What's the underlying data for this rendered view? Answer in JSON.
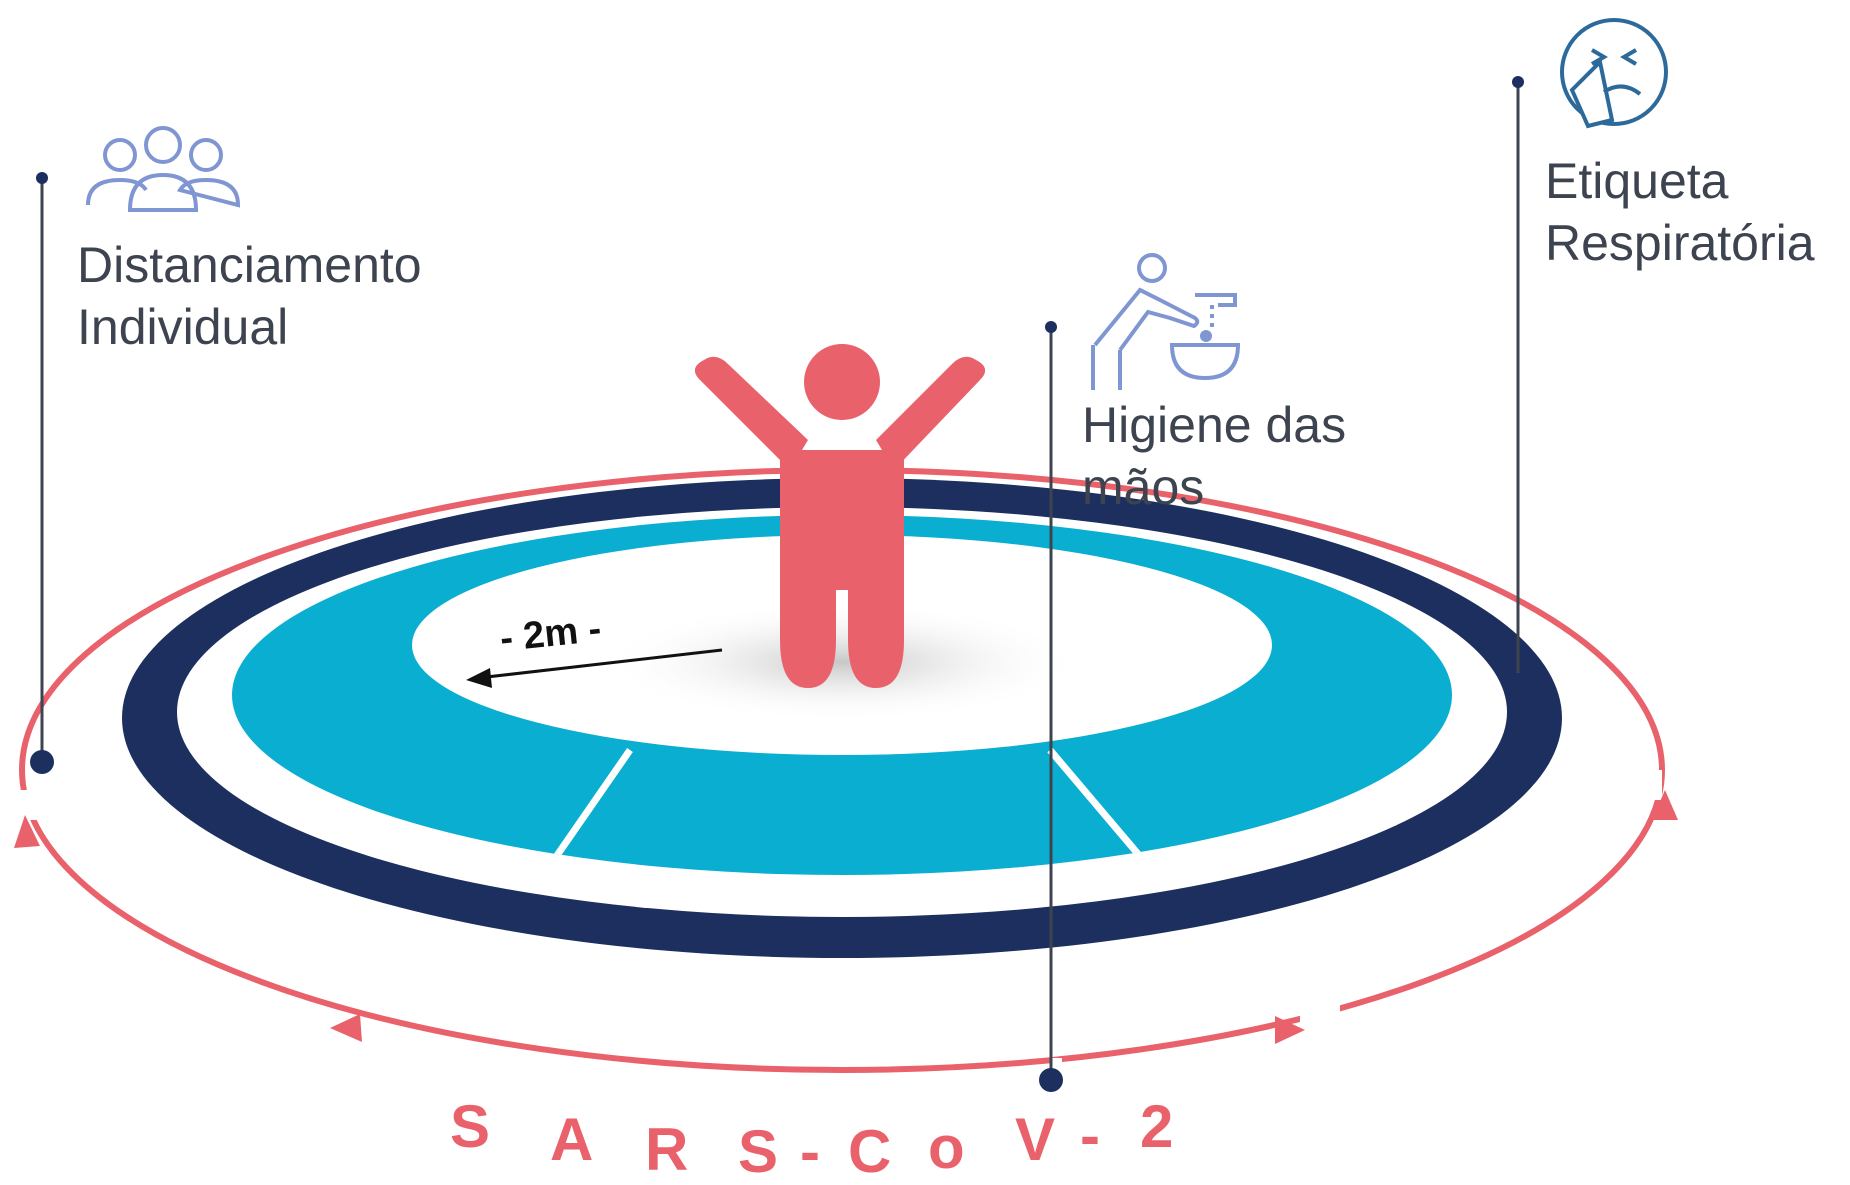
{
  "labels": {
    "distanciamento": [
      "Distanciamento",
      "Individual"
    ],
    "higiene": [
      "Higiene das",
      "mãos"
    ],
    "etiqueta": [
      "Etiqueta",
      "Respiratória"
    ]
  },
  "distance": "- 2m -",
  "bottom_title": [
    "S",
    "A",
    "R",
    "S",
    "-",
    "C",
    "o",
    "V",
    "-",
    "2"
  ],
  "icons": {
    "distanciamento": "group-of-people-icon",
    "higiene": "hand-washing-icon",
    "etiqueta": "sneezing-face-icon",
    "center": "person-arms-raised-icon"
  },
  "colors": {
    "red": "#e9626b",
    "navy": "#1c2f5e",
    "teal": "#0aaed1",
    "icon_blue": "#7f96d2",
    "icon_dark_blue": "#2d6a9c",
    "text": "#3d4450"
  }
}
